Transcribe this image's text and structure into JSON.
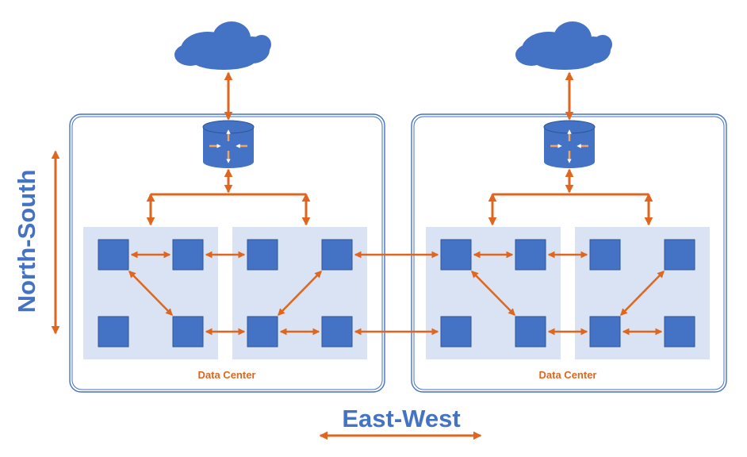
{
  "colors": {
    "accent": "#e0661d",
    "node": "#4472c4",
    "node_border": "#2f5597",
    "panel": "#dae3f3",
    "frame": "#4472c4"
  },
  "data_centers": [
    {
      "label": "Data Center",
      "router_icon": "router-icon",
      "cloud_icon": "cloud-icon"
    },
    {
      "label": "Data Center",
      "router_icon": "router-icon",
      "cloud_icon": "cloud-icon"
    }
  ],
  "axes": {
    "vertical": "North-South",
    "horizontal": "East-West"
  }
}
